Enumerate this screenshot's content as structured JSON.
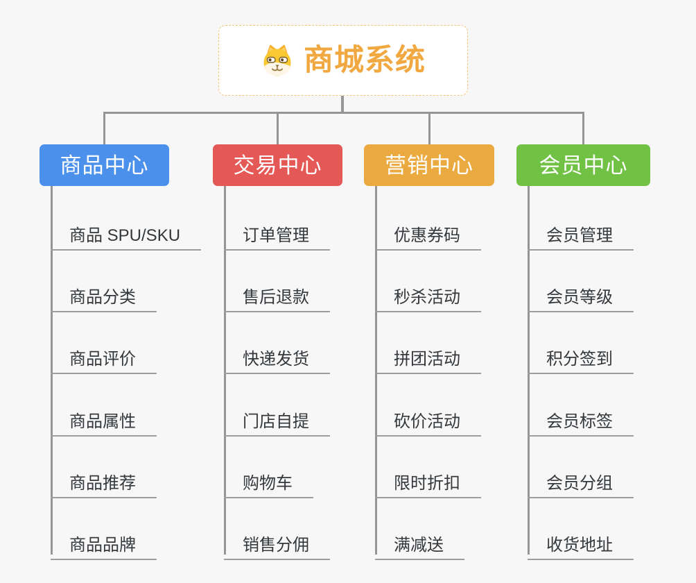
{
  "root": {
    "title": "商城系统",
    "icon": "shiba-dog-icon"
  },
  "colors": {
    "background": "#f7f7f8",
    "connector": "#959595",
    "underline": "#9d9d9d",
    "root_border": "#f5c479",
    "root_title": "#f1a840",
    "leaf_text": "#34383b",
    "header_text": "#ffffff"
  },
  "branches": [
    {
      "label": "商品中心",
      "color": "#4b90ea",
      "items": [
        "商品 SPU/SKU",
        "商品分类",
        "商品评价",
        "商品属性",
        "商品推荐",
        "商品品牌"
      ]
    },
    {
      "label": "交易中心",
      "color": "#e45855",
      "items": [
        "订单管理",
        "售后退款",
        "快递发货",
        "门店自提",
        "购物车",
        "销售分佣"
      ]
    },
    {
      "label": "营销中心",
      "color": "#ebaa3f",
      "items": [
        "优惠券码",
        "秒杀活动",
        "拼团活动",
        "砍价活动",
        "限时折扣",
        "满减送"
      ]
    },
    {
      "label": "会员中心",
      "color": "#71c144",
      "items": [
        "会员管理",
        "会员等级",
        "积分签到",
        "会员标签",
        "会员分组",
        "收货地址"
      ]
    }
  ]
}
